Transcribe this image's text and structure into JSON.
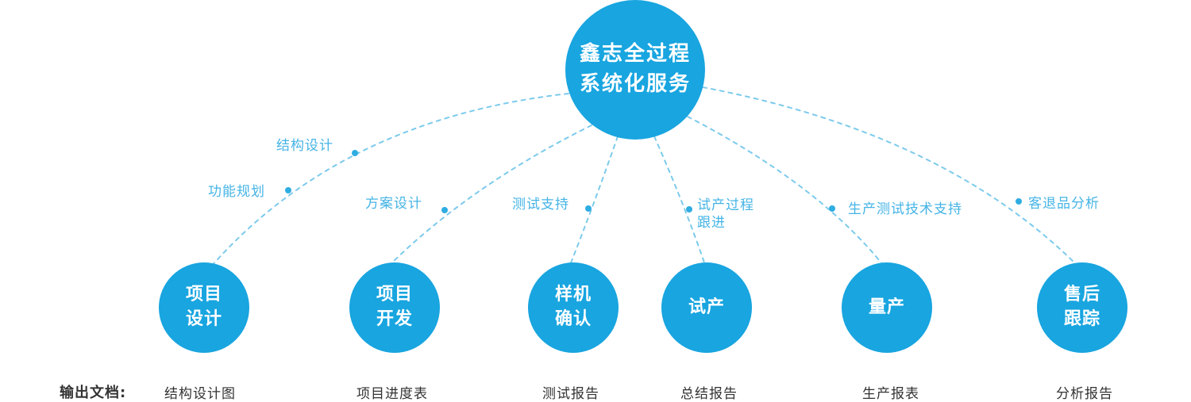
{
  "center": {
    "label": "鑫志全过程\n系统化服务"
  },
  "stages": [
    {
      "label": "项目\n设计",
      "doc": "结构设计图"
    },
    {
      "label": "项目\n开发",
      "doc": "项目进度表"
    },
    {
      "label": "样机\n确认",
      "doc": "测试报告"
    },
    {
      "label": "试产",
      "doc": "总结报告"
    },
    {
      "label": "量产",
      "doc": "生产报表"
    },
    {
      "label": "售后\n跟踪",
      "doc": "分析报告"
    }
  ],
  "edge_labels": [
    {
      "label": "结构设计"
    },
    {
      "label": "功能规划"
    },
    {
      "label": "方案设计"
    },
    {
      "label": "测试支持"
    },
    {
      "label": "试产过程\n跟进"
    },
    {
      "label": "生产测试技术支持"
    },
    {
      "label": "客退品分析"
    }
  ],
  "footer": {
    "prefix": "输出文档:"
  },
  "colors": {
    "node_blue": "#18a5e0",
    "edge_blue": "#7ccaec",
    "label_blue": "#45b4e6",
    "text_dark": "#333333",
    "background": "#ffffff"
  }
}
